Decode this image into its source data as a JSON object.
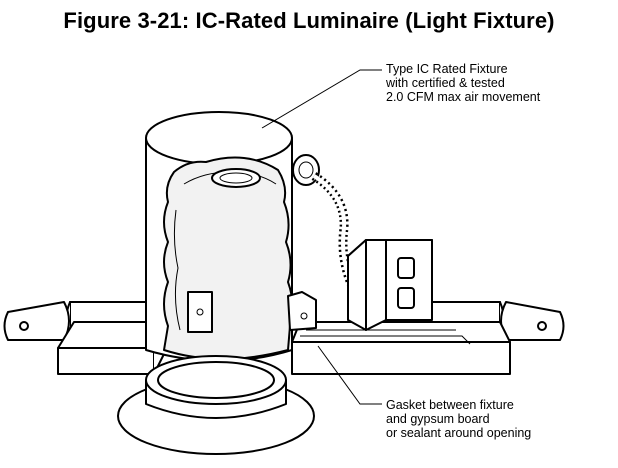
{
  "figure": {
    "title": "Figure 3-21: IC-Rated Luminaire (Light Fixture)"
  },
  "callouts": {
    "fixture": {
      "line1": "Type IC Rated Fixture",
      "line2": "with certified & tested",
      "line3": "2.0 CFM max air movement"
    },
    "gasket": {
      "line1": "Gasket between fixture",
      "line2": "and gypsum board",
      "line3": "or sealant around opening"
    }
  }
}
